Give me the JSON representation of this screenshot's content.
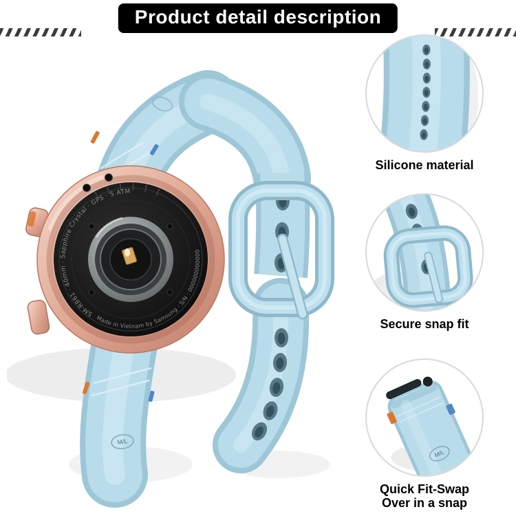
{
  "header": {
    "title": "Product detail description"
  },
  "product_photo": {
    "engraving_arc_left": "SM-R861 · 40mm · Sapphire Crystal · GPS · 5 ATM",
    "engraving_arc_bottom": "Made in Vietnam by Samsung · S/N : 00000000000000",
    "band_size_tag": "M/L"
  },
  "callouts": [
    {
      "label": "Silicone material"
    },
    {
      "label": "Secure snap fit"
    },
    {
      "label": "Quick Fit-Swap",
      "label_line2": "Over in a snap",
      "band_size_tag": "M/L"
    }
  ],
  "colors": {
    "banner-bg": "#000000",
    "banner-text": "#ffffff",
    "band": "#b9dcea",
    "band-edge": "#9dc6d7",
    "band-deep": "#8fb9ca",
    "band-highlight": "#d6edf6",
    "hole": "#577887",
    "hole-dark": "#33525e",
    "case-gold": "#dca090",
    "panel-black": "#131313",
    "engraving": "#8b8b8b",
    "accent-orange": "#e0762e",
    "accent-blue": "#4f87c7",
    "circle-border": "#d9d9d9"
  }
}
